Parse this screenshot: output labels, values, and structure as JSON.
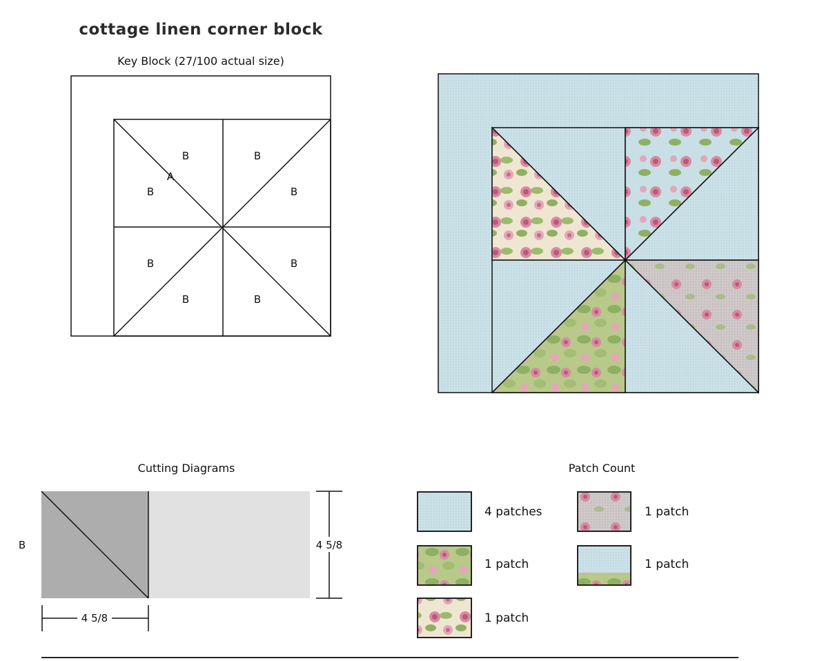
{
  "title": "cottage linen corner block",
  "key_block": {
    "caption": "Key Block (27/100 actual size)",
    "labels": {
      "a": "A",
      "b": "B"
    }
  },
  "colors": {
    "fabric_blue": "#c8dfe6",
    "floral_cream": "#efe6d2",
    "floral_green": "#b8c98a",
    "floral_grey": "#cdc6c6",
    "rose_pink": "#d98aa2",
    "leaf_green": "#8fb063",
    "cut_dark": "#adadad",
    "cut_light": "#e1e1e1",
    "outline": "#111111"
  },
  "cutting": {
    "caption": "Cutting Diagrams",
    "piece_label": "B",
    "height_dim": "4 5/8",
    "width_dim": "4 5/8"
  },
  "patch_count": {
    "caption": "Patch Count",
    "items": [
      {
        "label": "4 patches",
        "fabric": "blue"
      },
      {
        "label": "1 patch",
        "fabric": "grey-floral"
      },
      {
        "label": "1 patch",
        "fabric": "green-floral"
      },
      {
        "label": "1 patch",
        "fabric": "blue-floral-strip"
      },
      {
        "label": "1 patch",
        "fabric": "cream-floral"
      }
    ]
  }
}
